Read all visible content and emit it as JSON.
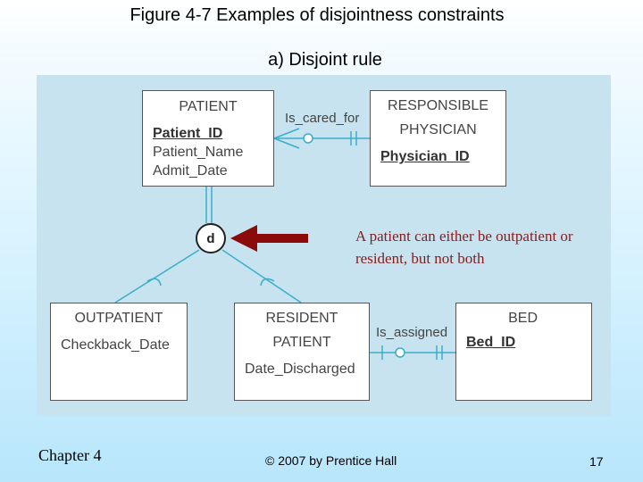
{
  "slide": {
    "title": "Figure 4-7 Examples of disjointness constraints",
    "subtitle": "a) Disjoint rule",
    "note": "A patient can either be outpatient or resident, but not both",
    "footer_left": "Chapter 4",
    "footer_center": "© 2007 by Prentice Hall",
    "footer_right": "17"
  },
  "diagram": {
    "entities": {
      "patient": {
        "name": "PATIENT",
        "attributes": [
          "Patient_ID",
          "Patient_Name",
          "Admit_Date"
        ],
        "key": "Patient_ID"
      },
      "physician": {
        "name_line1": "RESPONSIBLE",
        "name_line2": "PHYSICIAN",
        "attributes": [
          "Physician_ID"
        ],
        "key": "Physician_ID"
      },
      "outpatient": {
        "name": "OUTPATIENT",
        "attributes": [
          "Checkback_Date"
        ]
      },
      "resident": {
        "name_line1": "RESIDENT",
        "name_line2": "PATIENT",
        "attributes": [
          "Date_Discharged"
        ]
      },
      "bed": {
        "name": "BED",
        "attributes": [
          "Bed_ID"
        ],
        "key": "Bed_ID"
      }
    },
    "relationships": {
      "is_cared_for": "Is_cared_for",
      "is_assigned": "Is_assigned"
    },
    "disjoint_symbol": "d",
    "colors": {
      "line": "#3aaec8",
      "arrow": "#8b0a0a",
      "note_text": "#8b1a1a",
      "panel": "#c7e3f0"
    }
  }
}
